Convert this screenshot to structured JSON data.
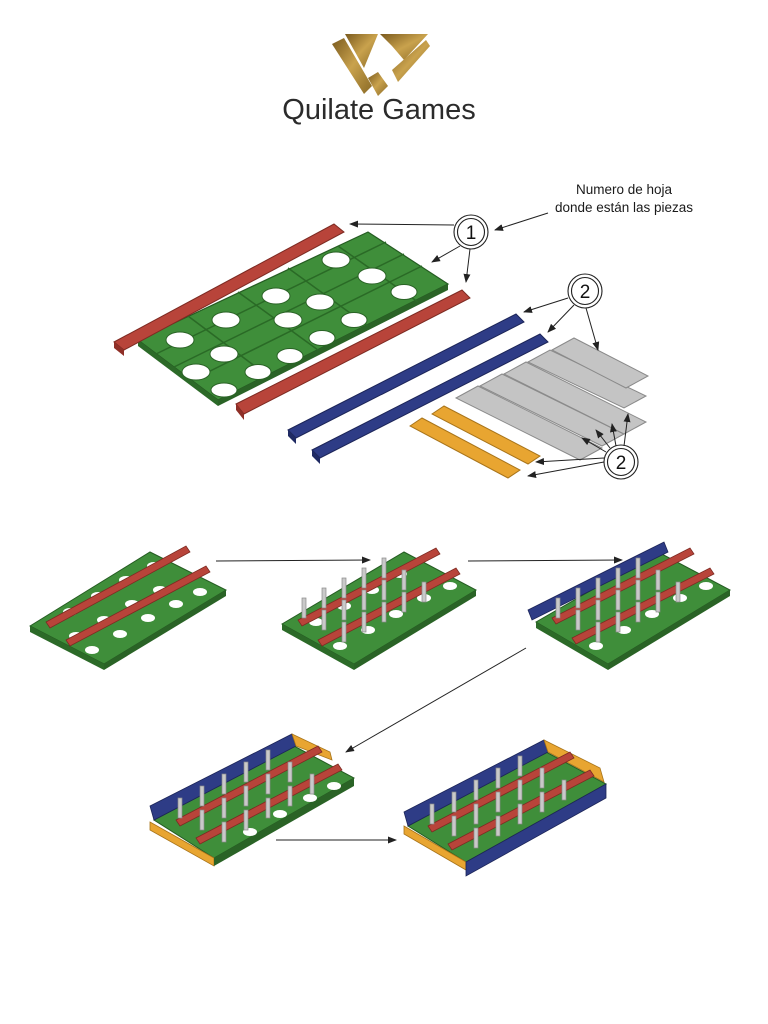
{
  "brand": {
    "name": "Quilate Games",
    "logo_icon": "diamond-logo-icon"
  },
  "callout": {
    "note_line1": "Numero de hoja",
    "note_line2": "donde están las piezas",
    "sheet_one": "1",
    "sheet_two_top": "2",
    "sheet_two_bottom": "2"
  },
  "colors": {
    "logo_gold": "#b08a3c",
    "board_green": "#3f8e3a",
    "divider_red": "#b8443a",
    "rail_blue": "#2e3c86",
    "divider_gray": "#bdbdbd",
    "end_orange": "#e8a531"
  }
}
